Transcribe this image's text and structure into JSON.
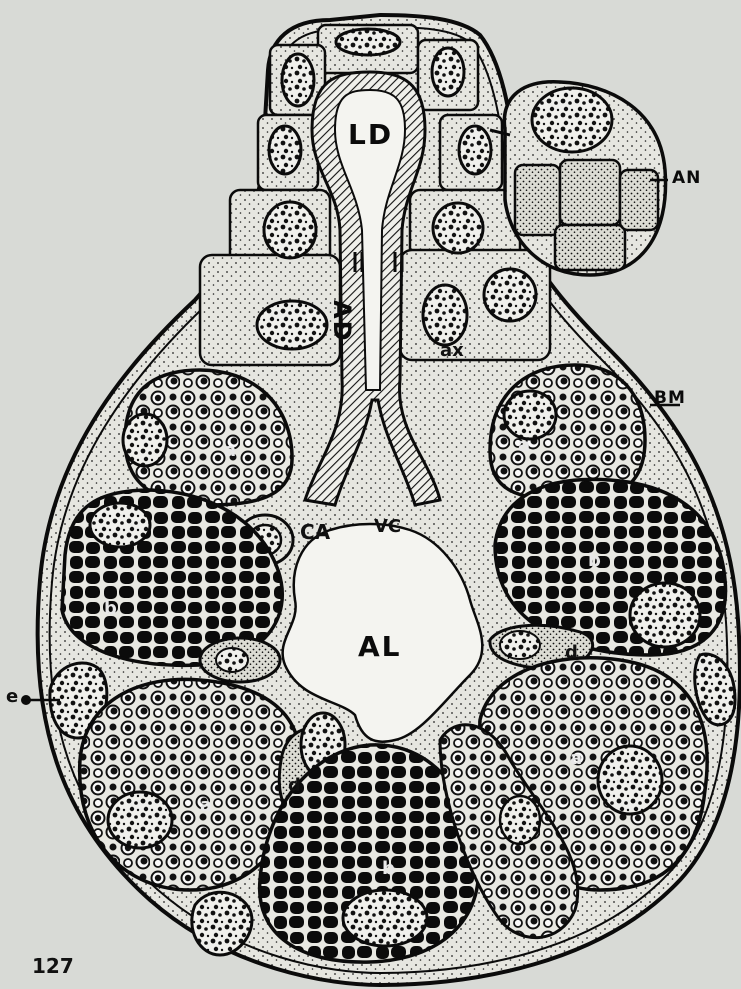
{
  "figure_number": "127",
  "labels": {
    "LD": "LD",
    "AN": "AN",
    "AD": "AD",
    "ax": "ax",
    "BM": "BM",
    "a_left": "a",
    "a_right": "a",
    "a_lower_left": "a",
    "a_lower_right": "a",
    "b_left": "b",
    "b_right": "b",
    "b_bottom": "b",
    "CA": "CA",
    "VC": "VC",
    "AL": "AL",
    "d_right": "d",
    "d_lower": "d",
    "e": "e"
  },
  "colors": {
    "background": "#d8dad6",
    "ink": "#0b0b0b",
    "cytoplasm": "#e4e4de",
    "granule_light": "#f2f2ee"
  }
}
